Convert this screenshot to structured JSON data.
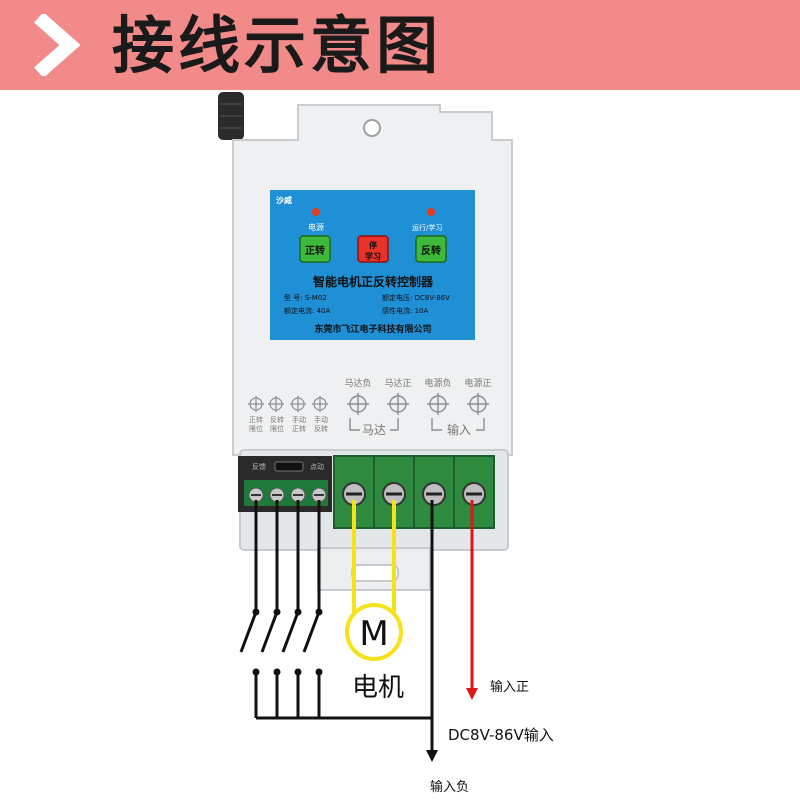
{
  "banner": {
    "title": "接线示意图",
    "icon": "chevron-right-icon"
  },
  "device": {
    "brand": "沙威",
    "power_label": "电源",
    "run_learn_label": "运行/学习",
    "buttons": {
      "forward": "正转",
      "stop_line1": "停",
      "stop_line2": "学习",
      "reverse": "反转"
    },
    "product_title": "智能电机正反转控制器",
    "spec_model": "型     号: S-M02",
    "spec_voltage": "额定电压: DC8V-86V",
    "spec_current": "额定电流: 40A",
    "spec_inductive": "感性电流: 10A",
    "manufacturer": "东莞市飞江电子科技有限公司",
    "left_terminals": [
      {
        "line1": "正转",
        "line2": "限位"
      },
      {
        "line1": "反转",
        "line2": "限位"
      },
      {
        "line1": "手动",
        "line2": "正转"
      },
      {
        "line1": "手动",
        "line2": "反转"
      }
    ],
    "right_terminals": [
      "马达负",
      "马达正",
      "电源负",
      "电源正"
    ],
    "group_motor": "马达",
    "group_input": "输入",
    "switch_left": "反馈",
    "switch_right": "点动"
  },
  "motor": {
    "symbol": "M",
    "label": "电机"
  },
  "labels": {
    "input_positive": "输入正",
    "input_range": "DC8V-86V输入",
    "input_negative": "输入负"
  },
  "colors": {
    "banner": "#f38a8a",
    "panel": "#1f8fd6",
    "wire_yellow": "#f4e21a",
    "wire_red": "#e01515",
    "terminal_green": "#1f7a3a"
  }
}
